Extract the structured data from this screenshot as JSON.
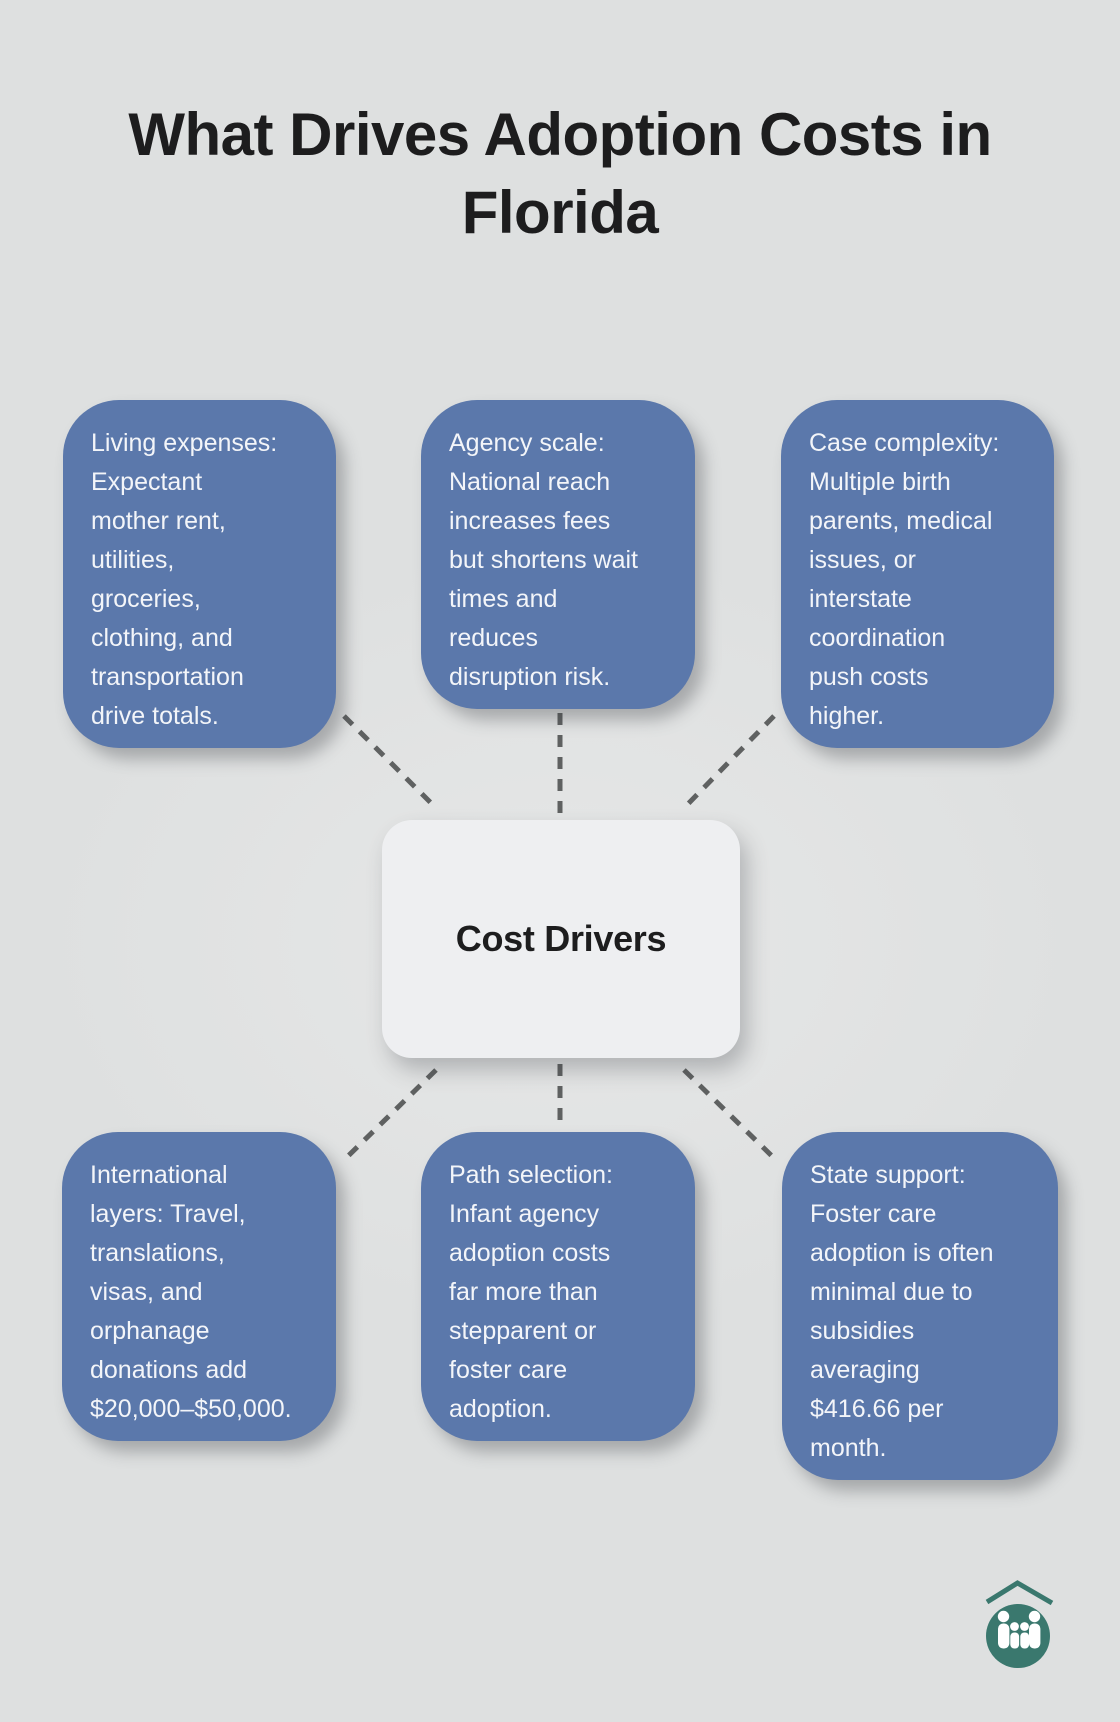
{
  "page": {
    "title_lines": [
      "What Drives Adoption Costs in",
      "Florida"
    ]
  },
  "diagram": {
    "center_label": "Cost Drivers",
    "nodes": [
      {
        "key": "living-expenses",
        "lines": [
          "Living expenses:",
          "Expectant",
          "mother rent,",
          "utilities,",
          "groceries,",
          "clothing, and",
          "transportation",
          "drive totals."
        ]
      },
      {
        "key": "agency-scale",
        "lines": [
          "Agency scale:",
          "National reach",
          "increases fees",
          "but shortens wait",
          "times and",
          "reduces",
          "disruption risk."
        ]
      },
      {
        "key": "case-complexity",
        "lines": [
          "Case complexity:",
          "Multiple birth",
          "parents, medical",
          "issues, or",
          "interstate",
          "coordination",
          "push costs",
          "higher."
        ]
      },
      {
        "key": "international-layers",
        "lines": [
          "International",
          "layers: Travel,",
          "translations,",
          "visas, and",
          "orphanage",
          "donations add",
          "$20,000–$50,000."
        ]
      },
      {
        "key": "path-selection",
        "lines": [
          "Path selection:",
          "Infant agency",
          "adoption costs",
          "far more than",
          "stepparent or",
          "foster care",
          "adoption."
        ]
      },
      {
        "key": "state-support",
        "lines": [
          "State support:",
          "Foster care",
          "adoption is often",
          "minimal due to",
          "subsidies",
          "averaging",
          "$416.66 per",
          "month."
        ]
      }
    ]
  },
  "logo": {
    "icon": "family-under-roof-icon"
  },
  "colors": {
    "background": "#dee0e0",
    "node_fill": "#5b78ab",
    "node_text": "#f3f5f9",
    "center_fill": "#eeeff1",
    "title_text": "#1d1d1e",
    "connector": "#5f6161",
    "logo_teal": "#3a786e"
  }
}
